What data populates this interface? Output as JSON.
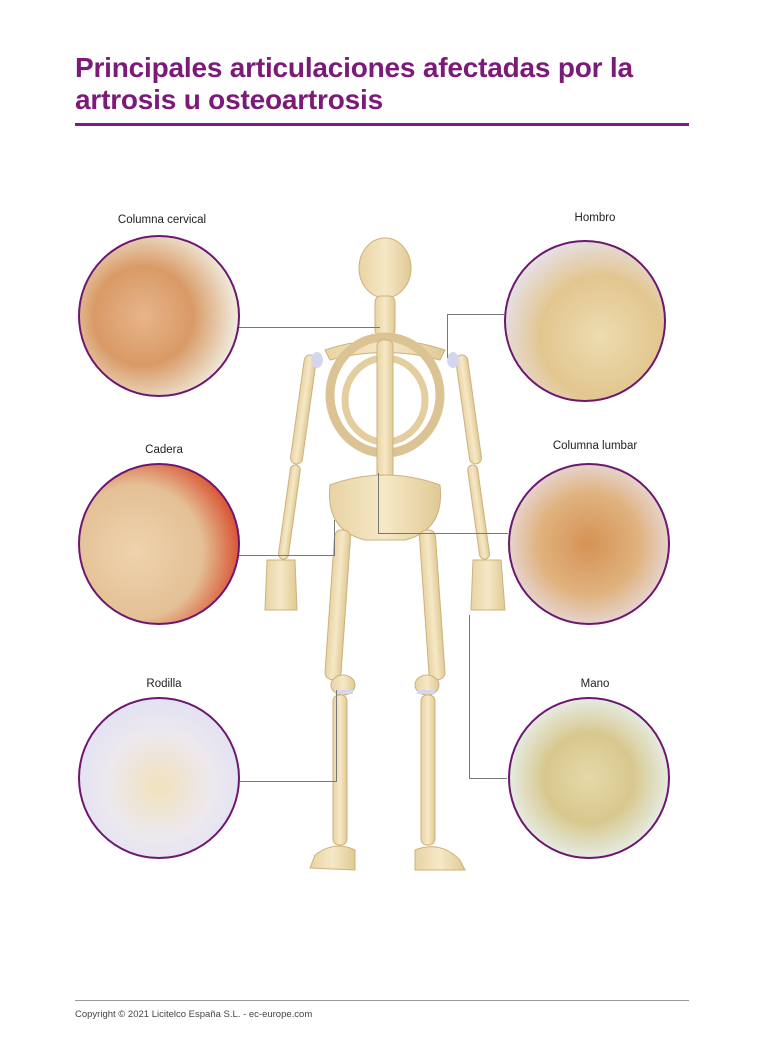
{
  "header": {
    "title": "Principales articulaciones afectadas por la artrosis u osteoartrosis",
    "accent_color": "#7c1a7a"
  },
  "joints": [
    {
      "id": "cervical",
      "label": "Columna cervical",
      "side": "left",
      "bg": "#eef0e6"
    },
    {
      "id": "hombro",
      "label": "Hombro",
      "side": "right",
      "bg": "#e6e4f2"
    },
    {
      "id": "cadera",
      "label": "Cadera",
      "side": "left",
      "bg": "#f2eee8"
    },
    {
      "id": "lumbar",
      "label": "Columna lumbar",
      "side": "right",
      "bg": "#e8e4f2"
    },
    {
      "id": "rodilla",
      "label": "Rodilla",
      "side": "left",
      "bg": "#e4e4f4"
    },
    {
      "id": "mano",
      "label": "Mano",
      "side": "right",
      "bg": "#e6efea"
    }
  ],
  "footer": {
    "copyright": "Copyright © 2021 Licitelco España S.L. - ec-europe.com"
  }
}
